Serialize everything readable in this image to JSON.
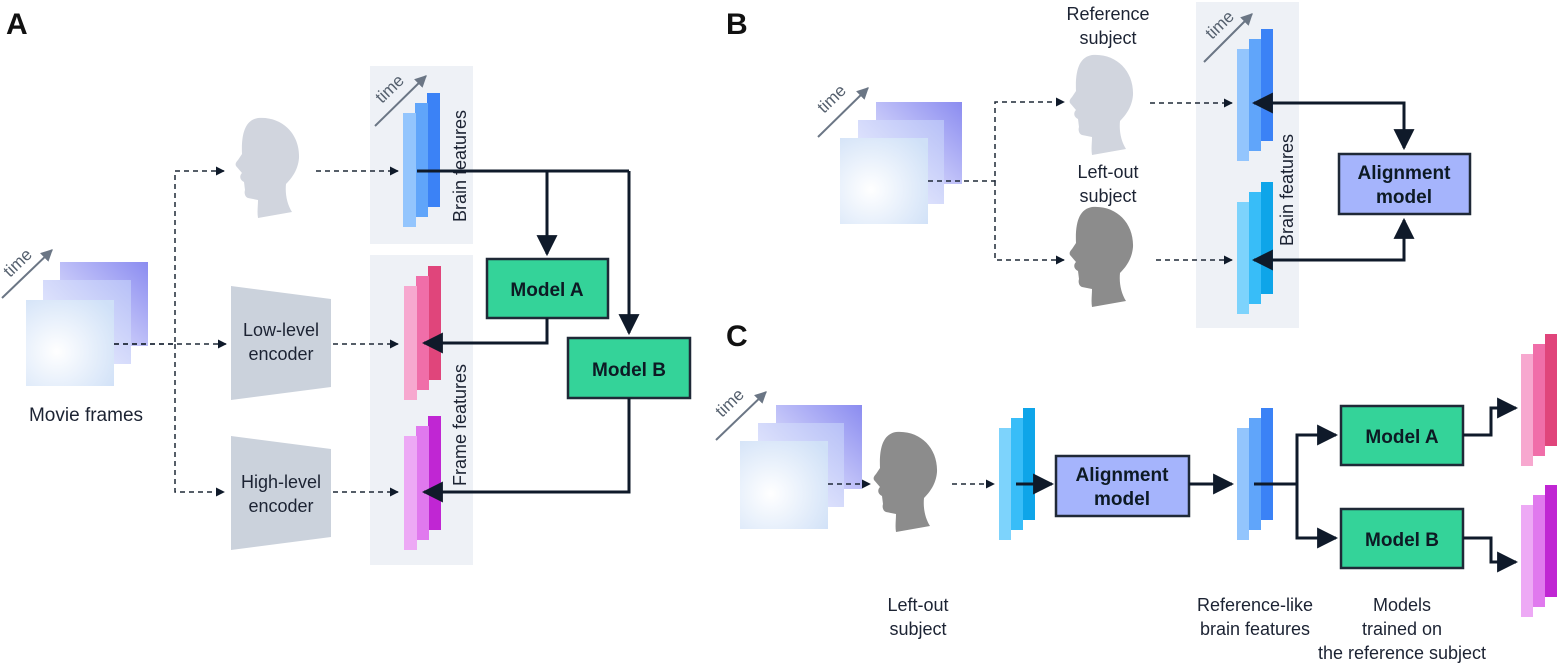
{
  "panels": {
    "a": "A",
    "b": "B",
    "c": "C"
  },
  "time_label": "time",
  "panel_a": {
    "movie_frames": "Movie frames",
    "low_level_encoder": [
      "Low-level",
      "encoder"
    ],
    "high_level_encoder": [
      "High-level",
      "encoder"
    ],
    "brain_features": "Brain  features",
    "frame_features": "Frame features",
    "model_a": "Model A",
    "model_b": "Model B"
  },
  "panel_b": {
    "reference_subject": [
      "Reference",
      "subject"
    ],
    "left_out_subject": [
      "Left-out",
      "subject"
    ],
    "brain_features": "Brain  features",
    "alignment_model": [
      "Alignment",
      "model"
    ]
  },
  "panel_c": {
    "alignment_model": [
      "Alignment",
      "model"
    ],
    "model_a": "Model A",
    "model_b": "Model B",
    "left_out_subject": [
      "Left-out",
      "subject"
    ],
    "reference_like": [
      "Reference-like",
      "brain features"
    ],
    "models_trained": [
      "Models",
      "trained on",
      "the reference subject"
    ]
  },
  "colors": {
    "model_box": "#34d399",
    "alignment_box": "#a5b4fc",
    "brain_blue": "#3b82f6",
    "brain_cyan": "#38bdf8",
    "frame_pink": "#ec4899",
    "frame_magenta": "#d946ef",
    "head_light": "#d1d5de",
    "head_dark": "#8c8c8c",
    "encoder_gray": "#cbd2dc",
    "panel_bg": "#eef1f6",
    "arrow": "#0f1a2a"
  },
  "icons": [
    "head-silhouette-icon",
    "time-arrow-icon",
    "movie-frames-icon",
    "encoder-trapezoid-icon"
  ]
}
